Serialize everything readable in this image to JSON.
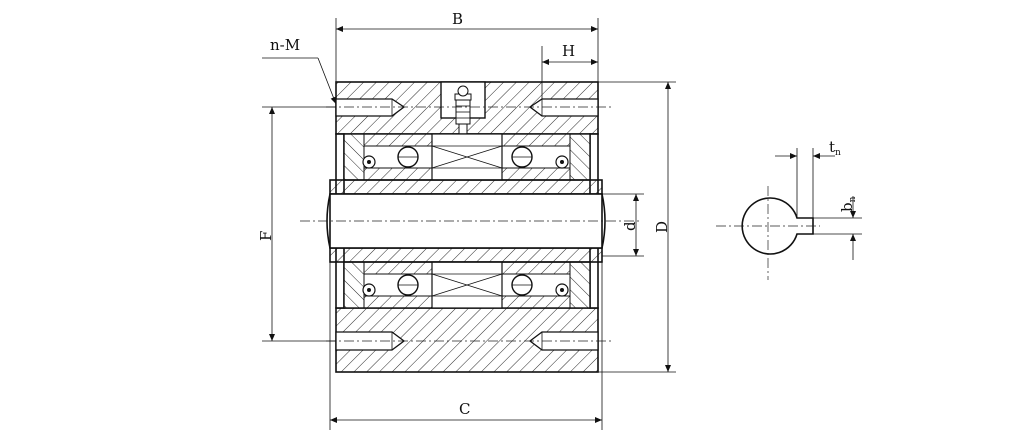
{
  "labels": {
    "B": "B",
    "H": "H",
    "nM": "n-M",
    "F": "F",
    "C": "C",
    "d": "d",
    "D": "D",
    "t": "t",
    "t_sub": "n",
    "b": "b",
    "b_sub": "n"
  },
  "colors": {
    "line": "#111111",
    "background": "#ffffff"
  }
}
